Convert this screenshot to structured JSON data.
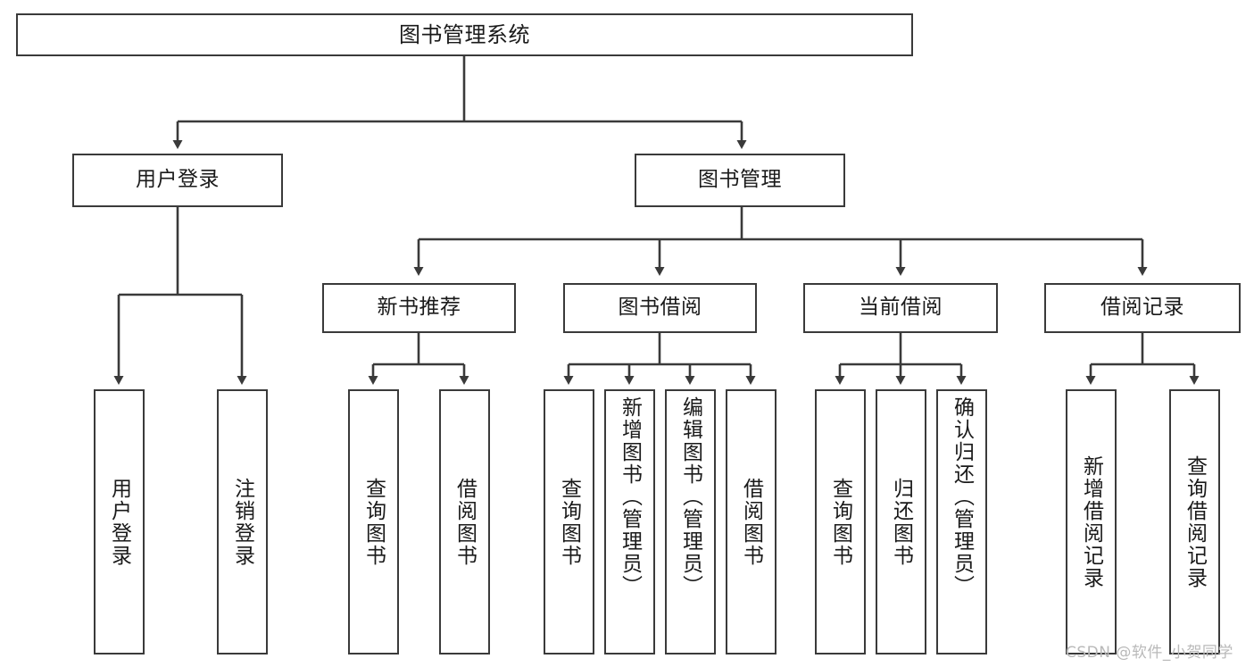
{
  "diagram": {
    "title": "图书管理系统",
    "type": "hierarchy-tree",
    "watermark": "CSDN @软件_小贺同学",
    "colors": {
      "box_border": "#3a3a3a",
      "box_fill": "#ffffff",
      "connector": "#3a3a3a",
      "text": "#1a1a1a",
      "watermark": "#b9b9b9",
      "background": "#ffffff"
    },
    "levels": {
      "level1": [
        {
          "id": "root",
          "label": "图书管理系统",
          "orientation": "horizontal"
        }
      ],
      "level2": [
        {
          "id": "user-login",
          "label": "用户登录",
          "orientation": "horizontal"
        },
        {
          "id": "book-manage",
          "label": "图书管理",
          "orientation": "horizontal"
        }
      ],
      "level3": [
        {
          "id": "new-book-rec",
          "label": "新书推荐",
          "orientation": "horizontal",
          "parent": "book-manage"
        },
        {
          "id": "book-borrow",
          "label": "图书借阅",
          "orientation": "horizontal",
          "parent": "book-manage"
        },
        {
          "id": "current-borrow",
          "label": "当前借阅",
          "orientation": "horizontal",
          "parent": "book-manage"
        },
        {
          "id": "borrow-record",
          "label": "借阅记录",
          "orientation": "horizontal",
          "parent": "book-manage"
        }
      ],
      "level4": [
        {
          "id": "leaf-user-login",
          "label": "用户登录",
          "orientation": "vertical",
          "parent": "user-login"
        },
        {
          "id": "leaf-logout",
          "label": "注销登录",
          "orientation": "vertical",
          "parent": "user-login"
        },
        {
          "id": "leaf-query-book-1",
          "label": "查询图书",
          "orientation": "vertical",
          "parent": "new-book-rec"
        },
        {
          "id": "leaf-borrow-book-1",
          "label": "借阅图书",
          "orientation": "vertical",
          "parent": "new-book-rec"
        },
        {
          "id": "leaf-query-book-2",
          "label": "查询图书",
          "orientation": "vertical",
          "parent": "book-borrow"
        },
        {
          "id": "leaf-add-book",
          "label": "新增图书（管理员）",
          "orientation": "vertical",
          "parent": "book-borrow"
        },
        {
          "id": "leaf-edit-book",
          "label": "编辑图书（管理员）",
          "orientation": "vertical",
          "parent": "book-borrow"
        },
        {
          "id": "leaf-borrow-book-2",
          "label": "借阅图书",
          "orientation": "vertical",
          "parent": "book-borrow"
        },
        {
          "id": "leaf-query-book-3",
          "label": "查询图书",
          "orientation": "vertical",
          "parent": "current-borrow"
        },
        {
          "id": "leaf-return-book",
          "label": "归还图书",
          "orientation": "vertical",
          "parent": "current-borrow"
        },
        {
          "id": "leaf-confirm-return",
          "label": "确认归还（管理员）",
          "orientation": "vertical",
          "parent": "current-borrow"
        },
        {
          "id": "leaf-add-record",
          "label": "新增借阅记录",
          "orientation": "vertical",
          "parent": "borrow-record"
        },
        {
          "id": "leaf-query-record",
          "label": "查询借阅记录",
          "orientation": "vertical",
          "parent": "borrow-record"
        }
      ]
    }
  }
}
